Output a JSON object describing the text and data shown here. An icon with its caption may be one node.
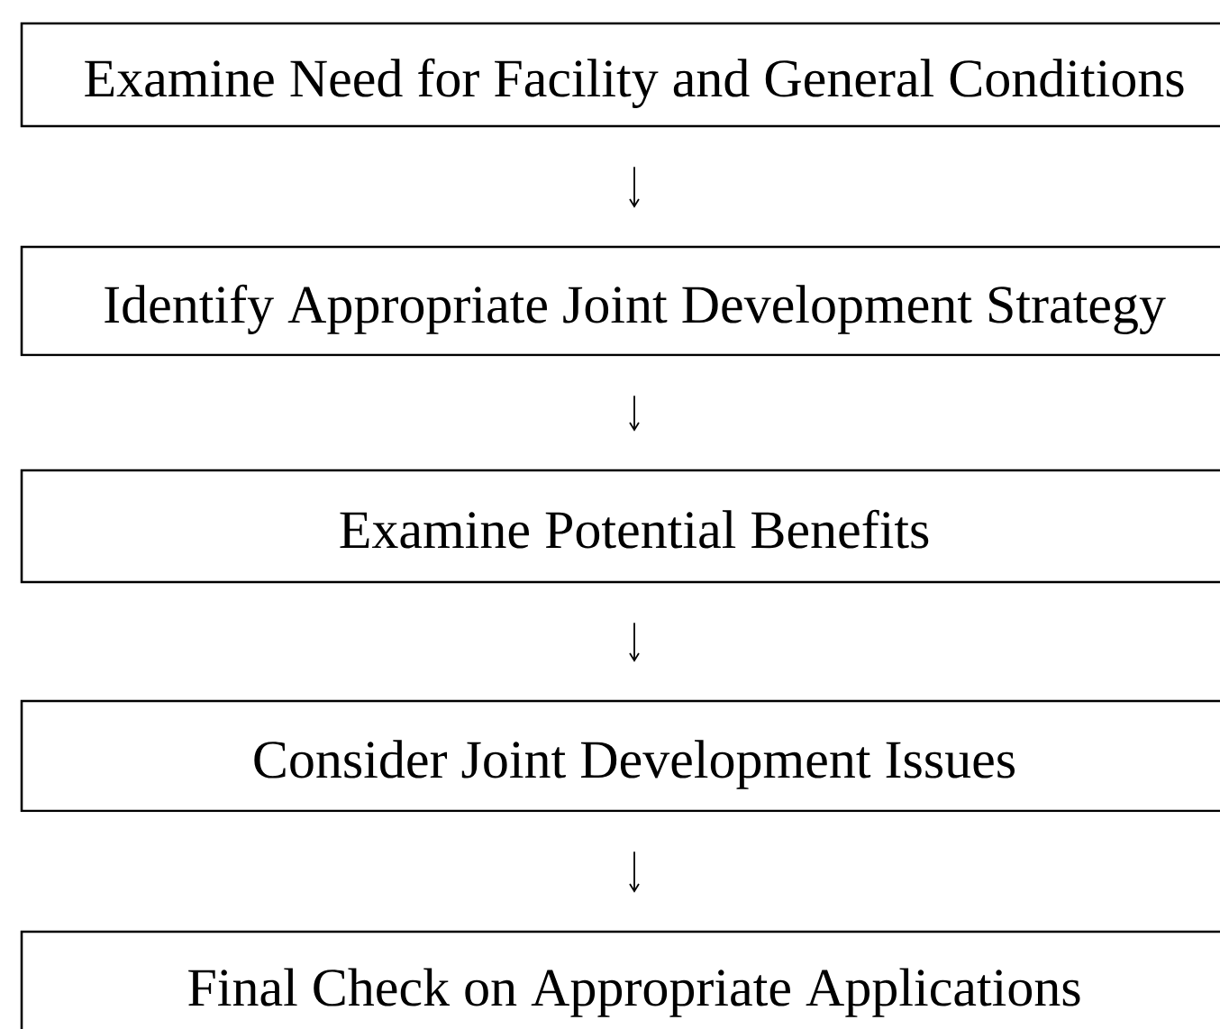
{
  "diagram": {
    "nodes": [
      {
        "text": [
          "Examine Need for Facility and General Conditions"
        ]
      },
      {
        "text": [
          "Identify Appropriate Joint Development Strategy"
        ]
      },
      {
        "text": [
          "Examine Potential Benefits"
        ]
      },
      {
        "text": [
          "Consider Joint Development Issues"
        ]
      },
      {
        "text": [
          "Final Check on Appropriate Applications"
        ]
      }
    ],
    "edges": [
      {
        "from": 0,
        "to": 1,
        "arrow": "to"
      },
      {
        "from": 1,
        "to": 2,
        "arrow": "to"
      },
      {
        "from": 2,
        "to": 3,
        "arrow": "to"
      },
      {
        "from": 3,
        "to": 4,
        "arrow": "to"
      }
    ]
  }
}
